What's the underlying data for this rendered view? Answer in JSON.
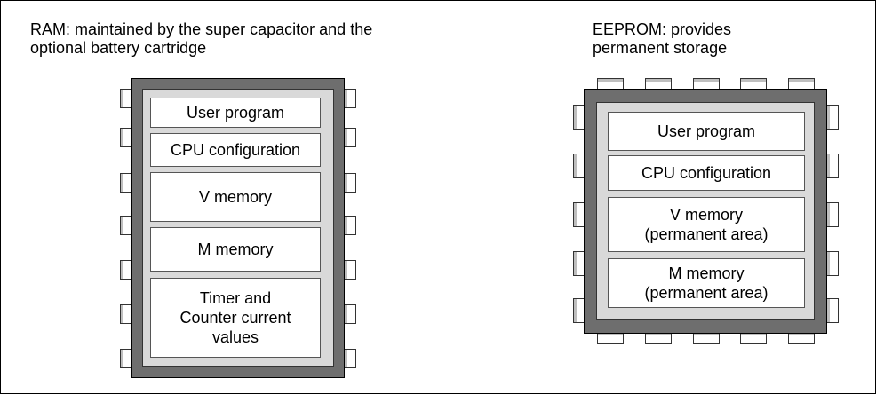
{
  "ram": {
    "caption": "RAM: maintained by the super capacitor and the\noptional battery cartridge",
    "cells": [
      "User program",
      "CPU configuration",
      "V memory",
      "M memory",
      "Timer and\nCounter current\nvalues"
    ]
  },
  "eeprom": {
    "caption": "EEPROM: provides\npermanent storage",
    "cells": [
      "User program",
      "CPU configuration",
      "V memory\n(permanent area)",
      "M memory\n(permanent area)"
    ]
  }
}
